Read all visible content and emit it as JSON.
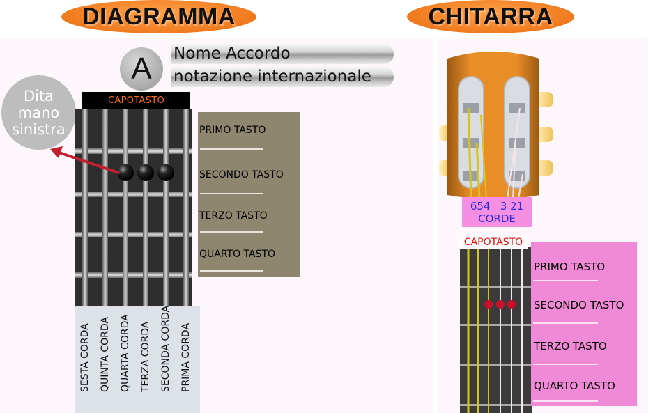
{
  "headers": {
    "left": "DIAGRAMMA",
    "right": "CHITARRA"
  },
  "chord_symbol": "A",
  "chord_bars": {
    "name": "Nome Accordo",
    "notation": "notazione internazionale"
  },
  "finger_label": [
    "Dita",
    "mano",
    "sinistra"
  ],
  "diagram": {
    "capotasto": "CAPOTASTO",
    "frets": [
      "PRIMO TASTO",
      "SECONDO TASTO",
      "TERZO TASTO",
      "QUARTO TASTO"
    ],
    "strings": [
      "SESTA CORDA",
      "QUINTA CORDA",
      "QUARTA CORDA",
      "TERZA CORDA",
      "SECONDA CORDA",
      "PRIMA CORDA"
    ],
    "finger_dots": [
      {
        "string": 4,
        "fret": 2
      },
      {
        "string": 3,
        "fret": 2
      },
      {
        "string": 2,
        "fret": 2
      }
    ]
  },
  "guitar": {
    "string_numbers_left": "654",
    "string_numbers_right": "3 21",
    "corde": "CORDE",
    "capotasto": "CAPOTASTO",
    "frets": [
      "PRIMO TASTO",
      "SECONDO TASTO",
      "TERZO TASTO",
      "QUARTO TASTO"
    ]
  },
  "colors": {
    "header_orange": "#f07a1e",
    "fret_panel": "#8f8670",
    "pink_panel": "#f08ad6",
    "neck": "#3b3b3b",
    "headstock": "#e07d1c"
  }
}
